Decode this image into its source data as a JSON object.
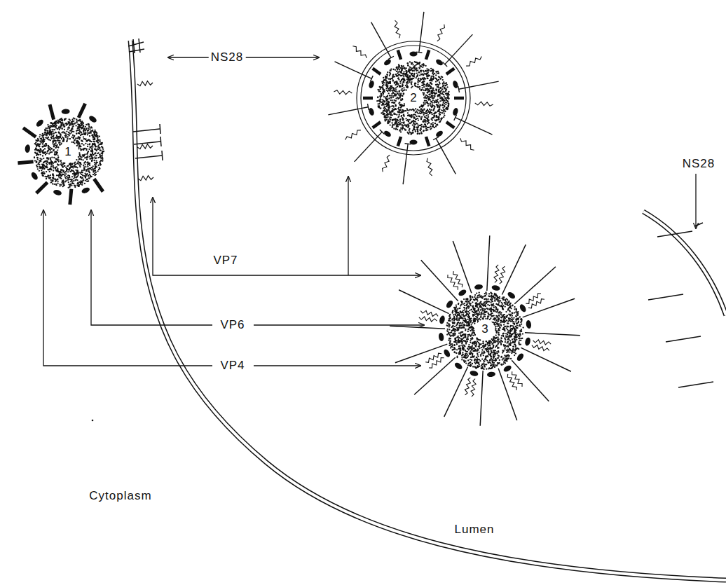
{
  "diagram": {
    "nodes": [
      {
        "text": [
          "1"
        ]
      },
      {
        "text": [
          "2"
        ]
      },
      {
        "text": [
          "3"
        ]
      }
    ],
    "labels": [
      "NS28",
      "NS28",
      "VP7",
      "VP6",
      "VP4",
      "Cytoplasm",
      "Lumen"
    ]
  }
}
